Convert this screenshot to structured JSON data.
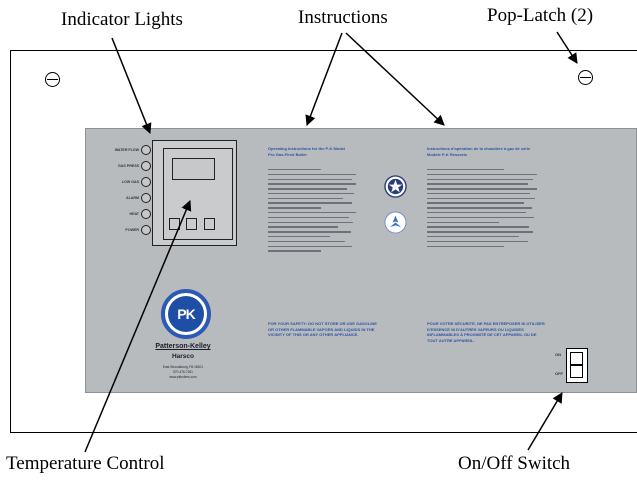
{
  "callouts": {
    "indicator_lights": "Indicator Lights",
    "instructions": "Instructions",
    "pop_latch": "Pop-Latch (2)",
    "temperature_control": "Temperature Control",
    "on_off_switch": "On/Off  Switch"
  },
  "plate": {
    "indicator_labels": [
      "WATER FLOW",
      "GAS PRESS",
      "LOW GAS",
      "ALARM",
      "HEAT",
      "POWER"
    ],
    "instructions_en_heading": "Operating Instructions for the P-K Model Pro Gas-Fired Boiler",
    "instructions_fr_heading": "Instructions d'opération de la chaudière à gaz de série Modèle P-K Ressorts",
    "warning_en": "FOR YOUR SAFETY: DO NOT STORE OR USE GASOLINE OR OTHER FLAMMABLE VAPORS AND LIQUIDS IN THE VICINITY OF THIS OR ANY OTHER APPLIANCE.",
    "warning_fr": "POUR VOTRE SÉCURITÉ, NE PAS ENTREPOSER NI UTILISER D'ESSENCE NI D'AUTRES VAPEURS OU LIQUIDES INFLAMMABLES À PROXIMITÉ DE CET APPAREIL OU DE TOUT AUTRE APPAREIL.",
    "logo_text": "PK",
    "brand_name": "Patterson-Kelley",
    "brand_sub": "Harsco",
    "address": "East Stroudsburg, PA 18301",
    "phone": "570-476-7261",
    "website": "www.pkboilers.com",
    "switch_on": "ON",
    "switch_off": "OFF"
  },
  "colors": {
    "plate": "#b8bbbd",
    "instruction_text": "#2b52a8",
    "logo_blue": "#1f4ea6"
  },
  "icons": [
    "pop-latch-icon",
    "star-seal-icon",
    "certification-seal-icon"
  ]
}
